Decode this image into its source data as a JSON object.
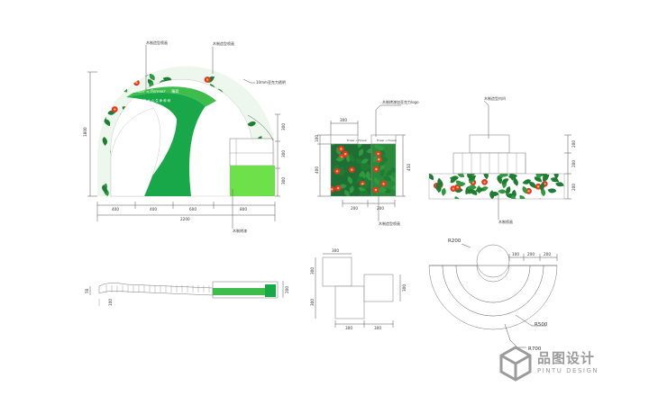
{
  "colors": {
    "dark_green": "#18a84a",
    "mid_green": "#3ebd4c",
    "light_green": "#6ee04a",
    "flower_red": "#e8352a",
    "leaf_green": "#2f9a3e",
    "line": "#555555"
  },
  "front_view": {
    "callout_print": "木制造型喷画",
    "callout_top_print": "木制造型喷画",
    "callout_acrylic": "10mm亚克力透明",
    "callout_paint": "木制烤漆",
    "brand_script": "Flower ∞ Forever",
    "brand_cn": "薄荷",
    "slogan": "山 谷 的 木 心 生 命 种 种",
    "dims_bottom": [
      "400",
      "400",
      "600",
      "800"
    ],
    "dim_total": "2200",
    "dim_height": "1800",
    "dims_right": [
      "300",
      "300",
      "300"
    ]
  },
  "box_view": {
    "callout_top": "木制烤漆加亚克力logo",
    "callout_bottom": "木制造型喷画",
    "dim_top": "300",
    "dims_left": [
      "100",
      "400"
    ],
    "dim_right": "450",
    "dims_bottom": [
      "200",
      "200"
    ],
    "logo": "Flower ∞ Forever"
  },
  "side_view": {
    "callout_top": "木制造型内凹",
    "callout_bottom": "木制喷画",
    "dims_right": [
      "200",
      "200",
      "200"
    ]
  },
  "top_view_front": {
    "dim_left": "50",
    "dim_below": "100",
    "dim_right": "200"
  },
  "top_view_box": {
    "dim_top": "300",
    "dims_left": [
      "300",
      "300"
    ],
    "dims_bottom": [
      "300",
      "300"
    ],
    "dim_right": "300"
  },
  "top_view_side": {
    "r_inner": "R200",
    "r_mid": "R500",
    "r_outer": "R700",
    "dims_top": [
      "100",
      "200",
      "200"
    ]
  },
  "watermark": {
    "cn": "品图设计",
    "en": "PINTU DESIGN",
    "icon": "isometric-cube-logo-icon"
  }
}
